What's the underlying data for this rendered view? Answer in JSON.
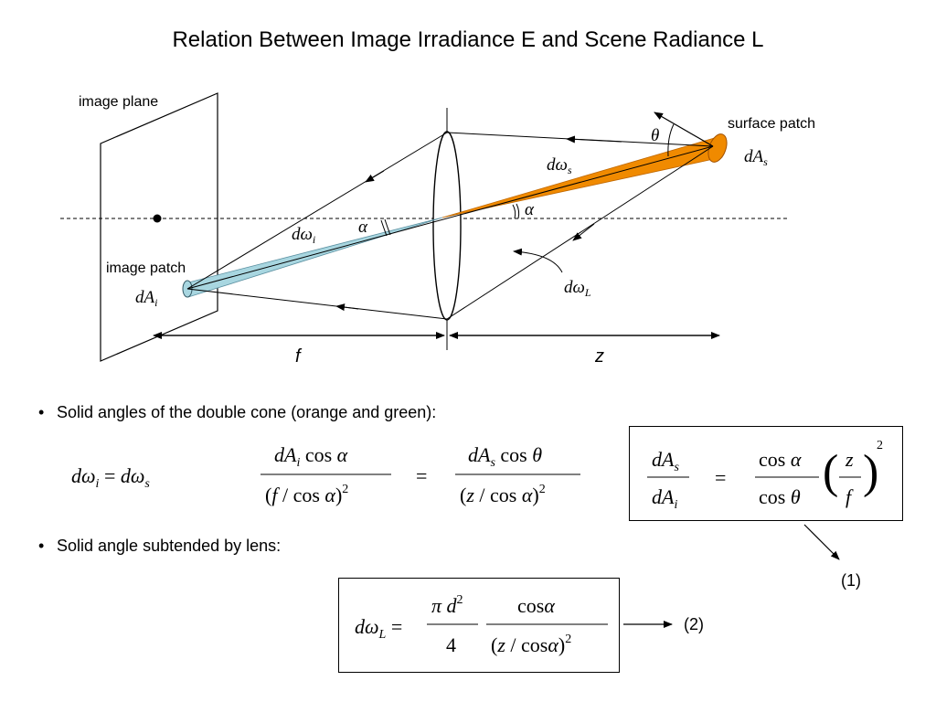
{
  "title": "Relation Between Image Irradiance E and Scene Radiance L",
  "diagram": {
    "image_plane_label": "image plane",
    "surface_patch_label": "surface patch",
    "image_patch_label": "image patch",
    "dA_s": {
      "base": "dA",
      "sub": "s"
    },
    "dA_i": {
      "base": "dA",
      "sub": "i"
    },
    "domega_s": {
      "base": "dω",
      "sub": "s"
    },
    "domega_i": {
      "base": "dω",
      "sub": "i"
    },
    "domega_L": {
      "base": "dω",
      "sub": "L"
    },
    "theta": "θ",
    "alpha": "α",
    "f_label": "f",
    "z_label": "z",
    "colors": {
      "orange": "#f08a00",
      "green_cone": "#a8d6e0"
    }
  },
  "bullets": [
    {
      "text": "Solid angles of the double cone (orange and green):"
    },
    {
      "text": "Solid angle subtended by lens:"
    }
  ],
  "bullet_symbol": "•",
  "equations": {
    "eq_left": "dω_i = dω_s",
    "eq_mid1": "dA_i cos α / (f / cos α)^2",
    "eq_equals": "=",
    "eq_mid2": "dA_s cos θ / (z / cos α)^2",
    "eq_box1": "dA_s / dA_i = cos α / cos θ (z / f)^2",
    "eq_box2": "dω_L = π d^2 / 4 · cos α / (z / cos α)^2"
  },
  "equation_numbers": {
    "one": "(1)",
    "two": "(2)"
  }
}
